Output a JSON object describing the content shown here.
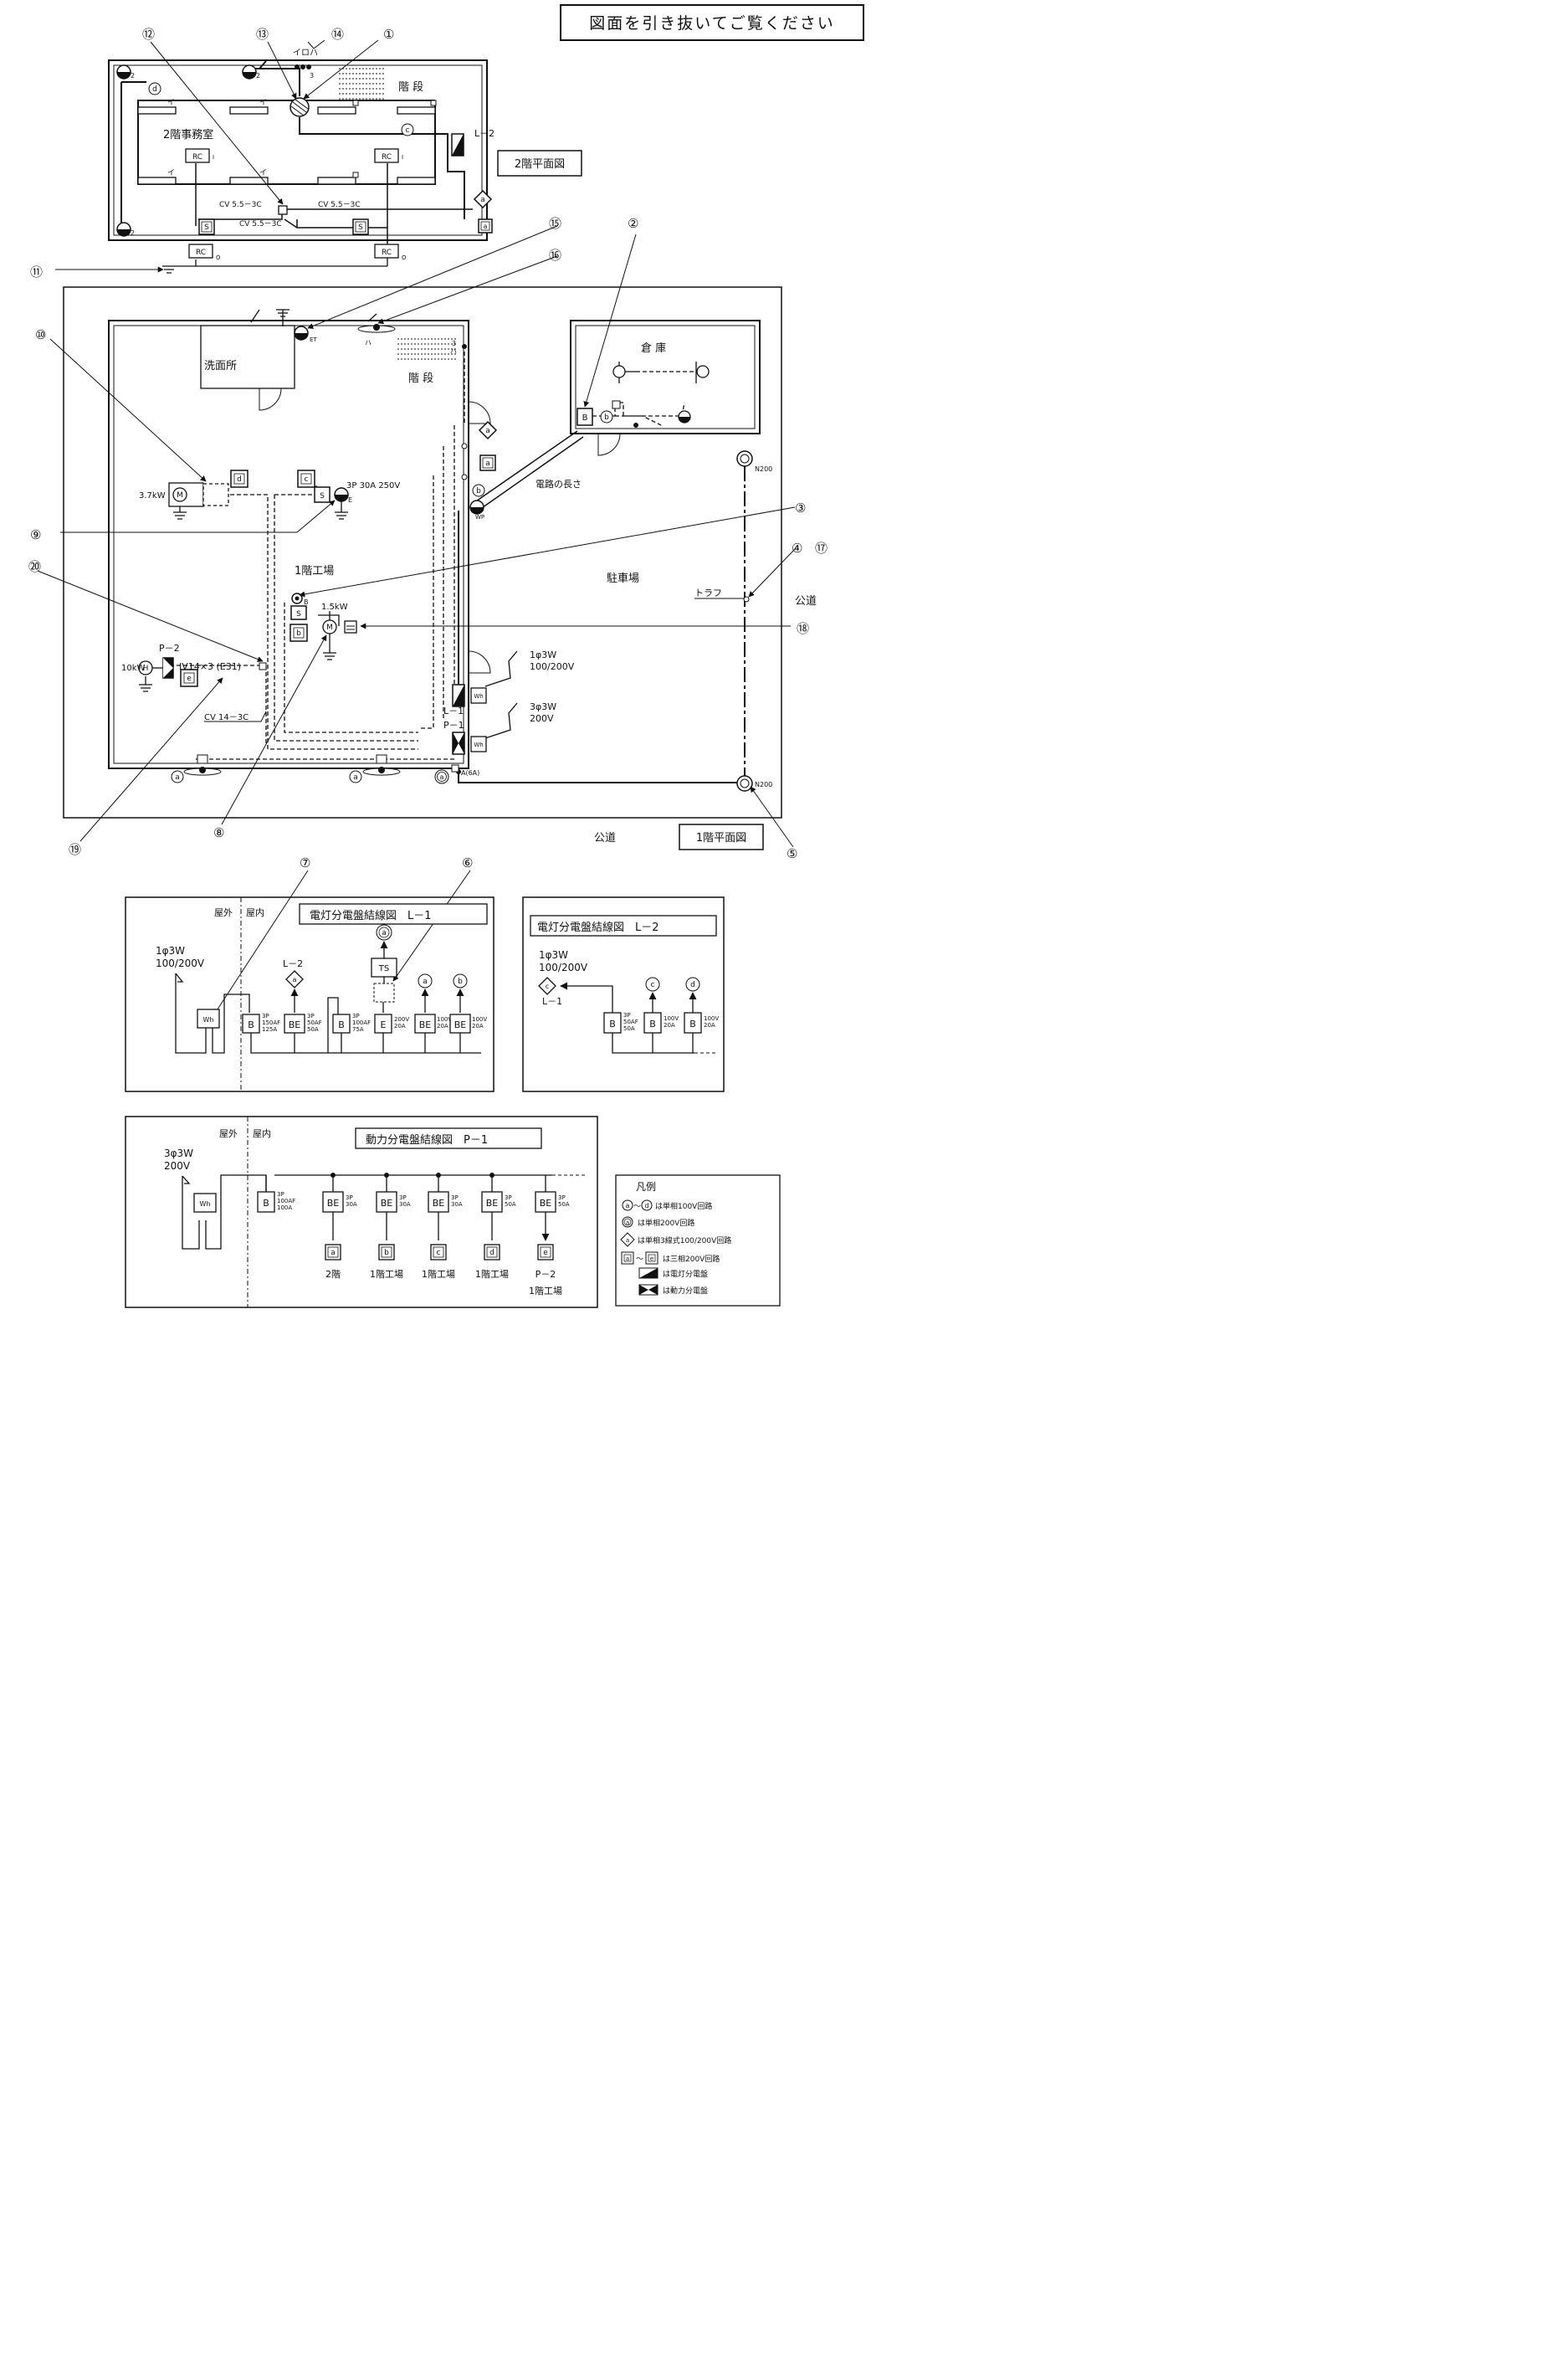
{
  "header": {
    "title": "図面を引き抜いてご覧ください"
  },
  "floor2": {
    "plan_title": "2階平面図",
    "room": "2階事務室",
    "stairs": "階 段",
    "panel": "L－2",
    "conduit": "イロハ",
    "conduit_count": "3",
    "cable": "CV 5.5－3C",
    "wire_i": "イ",
    "rc": "RC",
    "rc_sub1": "I",
    "rc_sub0": "O",
    "s": "S",
    "sub2": "2",
    "c_a": "a",
    "c_c": "c",
    "c_d": "d"
  },
  "floor1": {
    "plan_title": "1階平面図",
    "washroom": "洗面所",
    "stairs": "階 段",
    "warehouse": "倉 庫",
    "factory": "1階工場",
    "parking": "駐車場",
    "road": "公道",
    "circuit_length": "電路の長さ",
    "trough": "トラフ",
    "motor1": "3.7kW",
    "motor2": "1.5kW",
    "heater": "10kW",
    "outlet": "3P 30A 250V",
    "cable_iv": "IV14×3 (E31)",
    "cable_cv": "CV 14－3C",
    "panel_l1": "L－1",
    "panel_p1": "P－1",
    "panel_p2": "P－2",
    "supply1": "1φ3W",
    "supply1v": "100/200V",
    "supply3": "3φ3W",
    "supply3v": "200V",
    "handhole": "N200",
    "pushbutton": "A(6A)",
    "wh": "Wh",
    "et": "ET",
    "wp": "WP",
    "e": "E",
    "ha": "ハ",
    "three": "3",
    "bb": "B",
    "s": "S",
    "m": "M",
    "h": "H",
    "c_a": "a",
    "c_b": "b",
    "c_c": "c",
    "c_d": "d",
    "c_e": "e"
  },
  "callouts": [
    "①",
    "②",
    "③",
    "④",
    "⑤",
    "⑥",
    "⑦",
    "⑧",
    "⑨",
    "⑩",
    "⑪",
    "⑫",
    "⑬",
    "⑭",
    "⑮",
    "⑯",
    "⑰",
    "⑱",
    "⑲",
    "⑳"
  ],
  "panel_l1": {
    "title": "電灯分電盤結線図　L－1",
    "outdoor": "屋外",
    "indoor": "屋内",
    "supply": "1φ3W",
    "voltage": "100/200V",
    "wh": "Wh",
    "to_l2": "L－2",
    "ts": "TS",
    "breakers": [
      {
        "sym": "B",
        "l1": "3P",
        "l2": "150AF",
        "l3": "125A"
      },
      {
        "sym": "BE",
        "l1": "3P",
        "l2": "50AF",
        "l3": "50A"
      },
      {
        "sym": "B",
        "l1": "3P",
        "l2": "100AF",
        "l3": "75A"
      },
      {
        "sym": "E",
        "l1": "200V",
        "l2": "20A",
        "l3": ""
      },
      {
        "sym": "BE",
        "l1": "100V",
        "l2": "20A",
        "l3": ""
      },
      {
        "sym": "BE",
        "l1": "100V",
        "l2": "20A",
        "l3": ""
      }
    ],
    "c_a": "a",
    "c_b": "b",
    "c_aa": "a"
  },
  "panel_l2": {
    "title": "電灯分電盤結線図　L－2",
    "supply": "1φ3W",
    "voltage": "100/200V",
    "from_l1": "L－1",
    "breakers": [
      {
        "sym": "B",
        "l1": "3P",
        "l2": "50AF",
        "l3": "50A"
      },
      {
        "sym": "B",
        "l1": "100V",
        "l2": "20A",
        "l3": ""
      },
      {
        "sym": "B",
        "l1": "100V",
        "l2": "20A",
        "l3": ""
      }
    ],
    "c_c": "c",
    "c_d": "d"
  },
  "panel_p1": {
    "title": "動力分電盤結線図　P－1",
    "outdoor": "屋外",
    "indoor": "屋内",
    "supply": "3φ3W",
    "voltage": "200V",
    "wh": "Wh",
    "main": {
      "sym": "B",
      "l1": "3P",
      "l2": "100AF",
      "l3": "100A"
    },
    "branches": [
      {
        "sym": "BE",
        "l1": "3P",
        "l2": "30A",
        "circuit": "a",
        "dest": "2階"
      },
      {
        "sym": "BE",
        "l1": "3P",
        "l2": "30A",
        "circuit": "b",
        "dest": "1階工場"
      },
      {
        "sym": "BE",
        "l1": "3P",
        "l2": "30A",
        "circuit": "c",
        "dest": "1階工場"
      },
      {
        "sym": "BE",
        "l1": "3P",
        "l2": "50A",
        "circuit": "d",
        "dest": "1階工場"
      },
      {
        "sym": "BE",
        "l1": "3P",
        "l2": "50A",
        "circuit": "e",
        "dest": "P－2"
      }
    ],
    "dest_last2": "1階工場"
  },
  "legend": {
    "title": "凡例",
    "range1a": "a",
    "range1b": "d",
    "tilde": "～",
    "l1": "は単相100V回路",
    "aa": "a",
    "l2": "は単相200V回路",
    "da": "a",
    "l3": "は単相3線式100/200V回路",
    "sa": "a",
    "sb": "e",
    "l4": "は三相200V回路",
    "l5": "は電灯分電盤",
    "l6": "は動力分電盤"
  }
}
